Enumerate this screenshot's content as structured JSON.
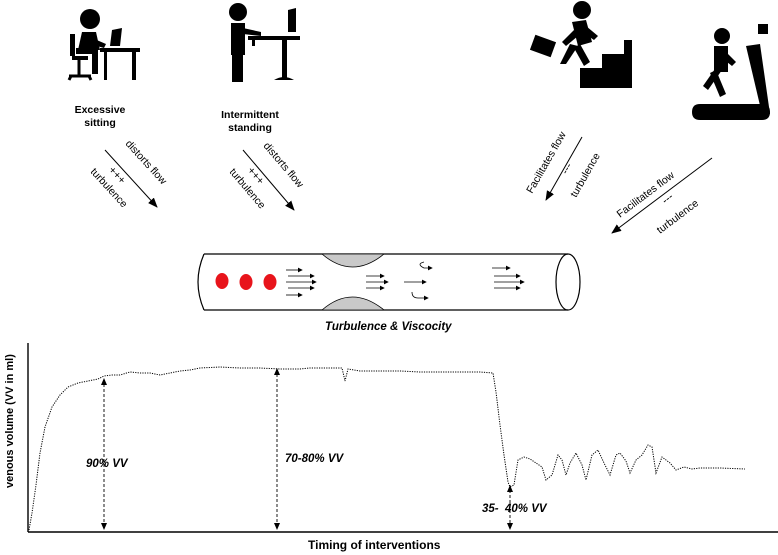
{
  "labels": {
    "sitting_line1": "Excessive",
    "sitting_line2": "sitting",
    "standing_line1": "Intermittent",
    "standing_line2": "standing",
    "vessel_caption": "Turbulence & Viscocity",
    "y_axis": "venous volume (VV in ml)",
    "x_axis": "Timing of interventions"
  },
  "arrows": {
    "sitting": {
      "above": "distorts flow",
      "below_1": "+++",
      "below_2": "turbulence"
    },
    "standing": {
      "above": "distorts flow",
      "below_1": "+++",
      "below_2": "turbulence"
    },
    "stairs": {
      "above": "Facilitates flow",
      "below_1": "---",
      "below_2": "turbulence"
    },
    "treadmill": {
      "above": "Facilitates flow",
      "below_1": "---",
      "below_2": "turbulence"
    }
  },
  "annotations": {
    "sitting": "90% VV",
    "standing": "70-80% VV",
    "exercise": "35-  40% VV"
  },
  "colors": {
    "rbc": "#e8141b",
    "valve": "#c9c9c9",
    "ink": "#000000"
  },
  "icons": [
    "person-sitting-at-desk-icon",
    "person-standing-at-desk-icon",
    "person-climbing-stairs-icon",
    "person-on-treadmill-icon"
  ]
}
